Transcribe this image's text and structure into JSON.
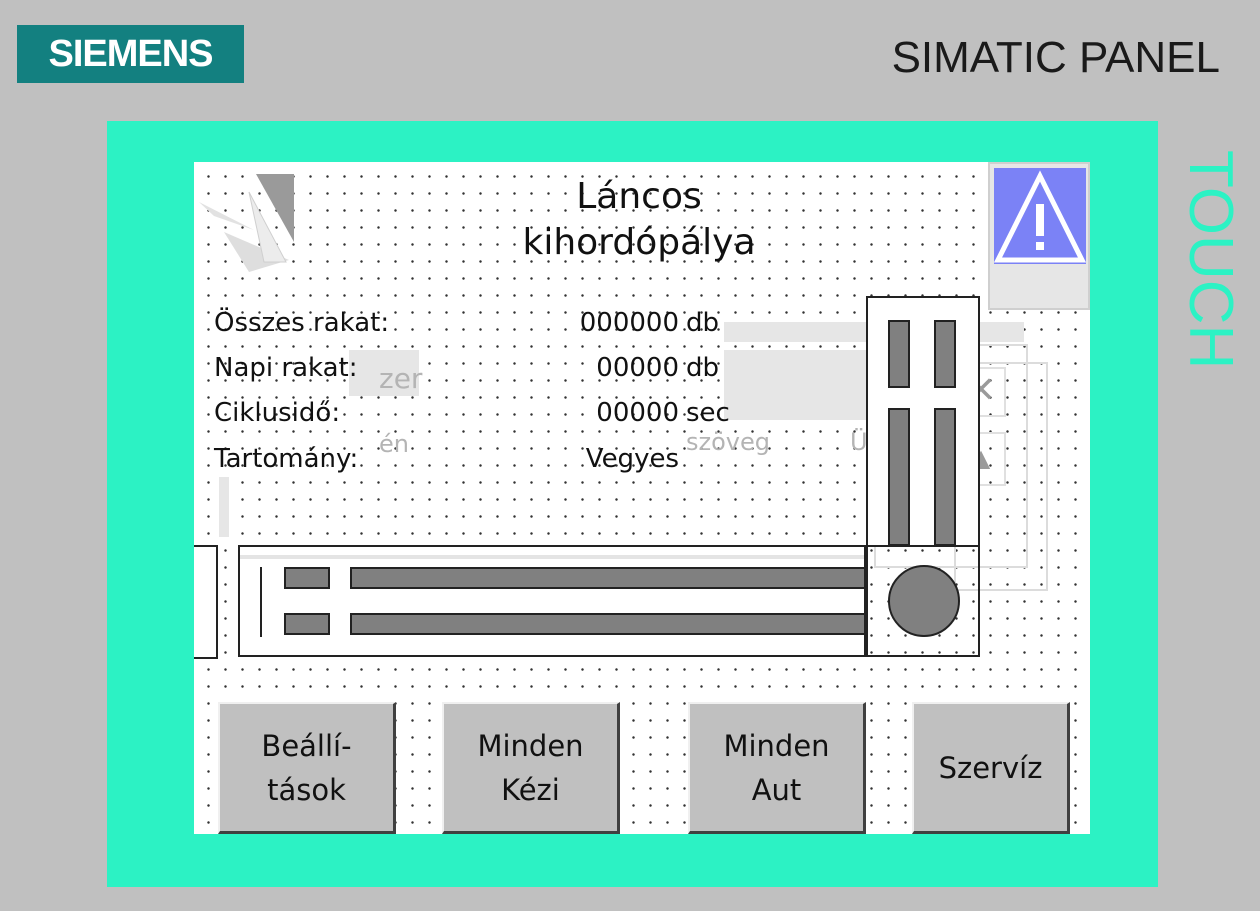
{
  "device": {
    "brand": "SIEMENS",
    "model": "SIMATIC PANEL",
    "side_label": "TOUCH",
    "colors": {
      "bezel": "#2cf2c4",
      "brand_bg": "#138080",
      "case": "#c0c0c0",
      "alarm": "#7b82f6"
    }
  },
  "screen": {
    "title": "Láncos\nkihordópálya",
    "alarm_icon": "warning-triangle-icon",
    "stats": [
      {
        "label": "Összes rakat:",
        "value": "000000",
        "unit": "db"
      },
      {
        "label": "Napi rakat:",
        "value": "00000",
        "unit": "db"
      },
      {
        "label": "Ciklusidő:",
        "value": "00000",
        "unit": "sec"
      },
      {
        "label": "Tartomány:",
        "value": "Vegyes",
        "unit": ""
      }
    ],
    "ghost_texts": [
      "zer",
      "én",
      "szöveg",
      "Üze"
    ],
    "buttons": [
      {
        "label": "Beállí-\ntások"
      },
      {
        "label": "Minden\nKézi"
      },
      {
        "label": "Minden\nAut"
      },
      {
        "label": "Szervíz"
      }
    ]
  }
}
